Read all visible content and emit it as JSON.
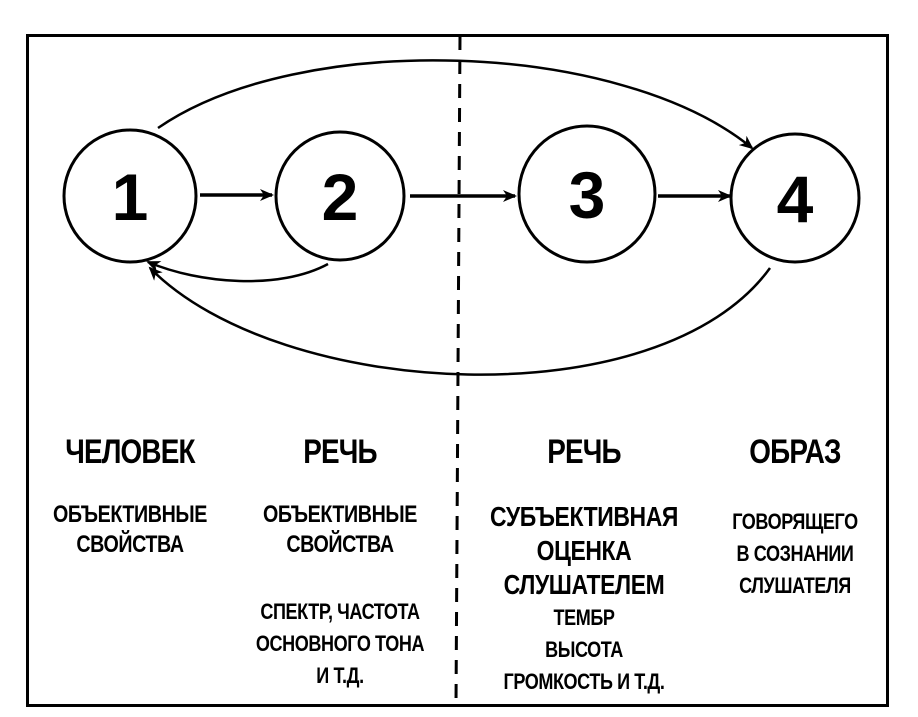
{
  "nodes": [
    {
      "id": 1,
      "label": "1"
    },
    {
      "id": 2,
      "label": "2"
    },
    {
      "id": 3,
      "label": "3"
    },
    {
      "id": 4,
      "label": "4"
    }
  ],
  "edges": [
    {
      "from": 1,
      "to": 2
    },
    {
      "from": 2,
      "to": 3
    },
    {
      "from": 3,
      "to": 4
    },
    {
      "from": 1,
      "to": 4
    },
    {
      "from": 2,
      "to": 1
    },
    {
      "from": 4,
      "to": 1
    }
  ],
  "columns": {
    "c1": {
      "heading": "ЧЕЛОВЕК",
      "lines": [
        "ОБЪЕКТИВНЫЕ",
        "СВОЙСТВА"
      ]
    },
    "c2": {
      "heading": "РЕЧЬ",
      "lines": [
        "ОБЪЕКТИВНЫЕ",
        "СВОЙСТВА"
      ],
      "extra": [
        "СПЕКТР, ЧАСТОТА",
        "ОСНОВНОГО ТОНА",
        "И Т.Д."
      ]
    },
    "c3": {
      "heading": "РЕЧЬ",
      "lines": [
        "СУБЪЕКТИВНАЯ",
        "ОЦЕНКА",
        "СЛУШАТЕЛЕМ"
      ],
      "extra": [
        "ТЕМБР",
        "ВЫСОТА",
        "ГРОМКОСТЬ И Т.Д."
      ]
    },
    "c4": {
      "heading": "ОБРАЗ",
      "lines": [
        "ГОВОРЯЩЕГО",
        "В СОЗНАНИИ",
        "СЛУШАТЕЛЯ"
      ]
    }
  }
}
